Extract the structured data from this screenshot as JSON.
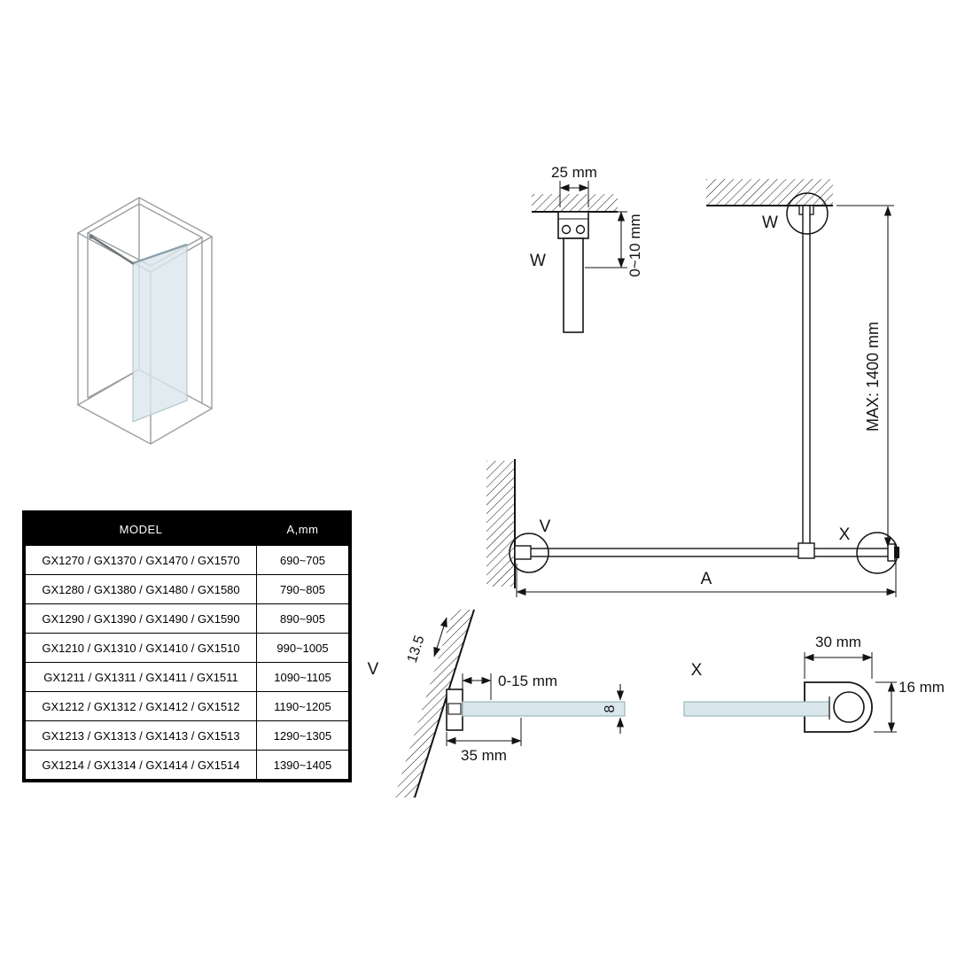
{
  "colors": {
    "line": "#141414",
    "frame_gray": "#9a9da0",
    "glass": "#d9e6ec",
    "table_header_bg": "#000000",
    "table_header_text": "#ffffff"
  },
  "diagram": {
    "labels": {
      "w": "W",
      "v": "V",
      "x": "X",
      "a": "A"
    },
    "dimensions": {
      "bracket_width": "25 mm",
      "ceiling_gap": "0~10 mm",
      "max_height": "MAX: 1400 mm",
      "wall_profile_depth": "13.5",
      "adjust_range": "0-15 mm",
      "wall_profile_width": "35 mm",
      "glass_thickness": "8",
      "bar_profile_width": "30 mm",
      "bar_profile_height": "16 mm"
    }
  },
  "table": {
    "headers": {
      "model": "MODEL",
      "a": "A,mm"
    },
    "rows": [
      {
        "model": "GX1270 / GX1370 / GX1470 / GX1570",
        "a": "690~705"
      },
      {
        "model": "GX1280 / GX1380 / GX1480 / GX1580",
        "a": "790~805"
      },
      {
        "model": "GX1290 / GX1390 / GX1490 / GX1590",
        "a": "890~905"
      },
      {
        "model": "GX1210 / GX1310 / GX1410 / GX1510",
        "a": "990~1005"
      },
      {
        "model": "GX1211 / GX1311 / GX1411 / GX1511",
        "a": "1090~1105"
      },
      {
        "model": "GX1212 / GX1312 / GX1412 / GX1512",
        "a": "1190~1205"
      },
      {
        "model": "GX1213 / GX1313 / GX1413 / GX1513",
        "a": "1290~1305"
      },
      {
        "model": "GX1214 / GX1314 / GX1414 / GX1514",
        "a": "1390~1405"
      }
    ]
  }
}
